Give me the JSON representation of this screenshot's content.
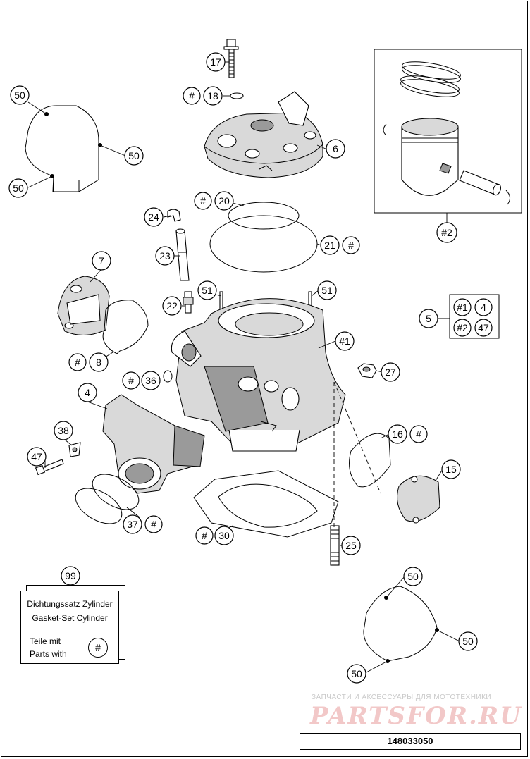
{
  "callouts": {
    "c17": "17",
    "c18": "18",
    "c18h": "#",
    "c6": "6",
    "c50a": "50",
    "c50b": "50",
    "c50c": "50",
    "c20": "20",
    "c20h": "#",
    "c21": "21",
    "c21h": "#",
    "c24": "24",
    "c23": "23",
    "c7": "7",
    "c22": "22",
    "c51a": "51",
    "c51b": "51",
    "c1": "#1",
    "c8": "8",
    "c8h": "#",
    "c36": "36",
    "c36h": "#",
    "c27": "27",
    "c4": "4",
    "c38": "38",
    "c47": "47",
    "c16": "16",
    "c16h": "#",
    "c15": "15",
    "c37": "37",
    "c37h": "#",
    "c30": "30",
    "c30h": "#",
    "c25": "25",
    "c2": "#2",
    "c5": "5",
    "k1": "#1",
    "k4": "4",
    "k2": "#2",
    "k47": "47",
    "c99": "99",
    "c50d": "50",
    "c50e": "50",
    "c50f": "50"
  },
  "kit": {
    "line1": "Dichtungssatz Zylinder",
    "line2": "Gasket-Set Cylinder",
    "teile": "Teile mit",
    "parts": "Parts with",
    "hash": "#"
  },
  "watermark": {
    "tagline": "ЗАПЧАСТИ И АКСЕССУАРЫ ДЛЯ МОТОТЕХНИКИ",
    "logo": "PARTSFOR.RU"
  },
  "document_number": "148033050"
}
